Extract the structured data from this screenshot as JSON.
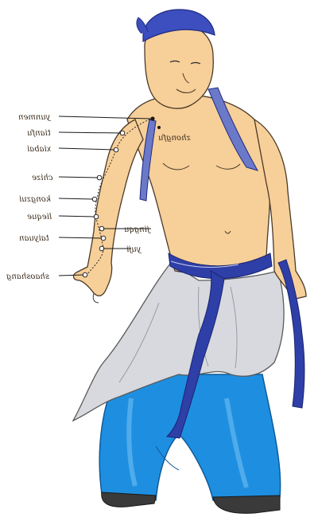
{
  "colors": {
    "skin": "#f7cf98",
    "skin_outline": "#4a3a2a",
    "sash_blue": "#2f3fa8",
    "sash_light": "#6b79c9",
    "trousers_blue": "#1e8fe0",
    "trousers_light": "#64b7f0",
    "apron_gray": "#d7d9de",
    "cap_blue": "#3d4fbf",
    "shoe_dark": "#3a3a3a"
  },
  "points": [
    {
      "id": "yunmen",
      "label": "yunmen"
    },
    {
      "id": "tianfu",
      "label": "tianfu"
    },
    {
      "id": "xiabai",
      "label": "xiabai"
    },
    {
      "id": "chize",
      "label": "chize"
    },
    {
      "id": "kongzui",
      "label": "kongzui"
    },
    {
      "id": "lieque",
      "label": "lieque"
    },
    {
      "id": "taiyuan",
      "label": "taiyuan"
    },
    {
      "id": "shaoshang",
      "label": "shaoshang"
    },
    {
      "id": "zhongfu",
      "label": "zhongfu"
    },
    {
      "id": "jingqu",
      "label": "jingqu"
    },
    {
      "id": "yuji",
      "label": "yuji"
    }
  ]
}
